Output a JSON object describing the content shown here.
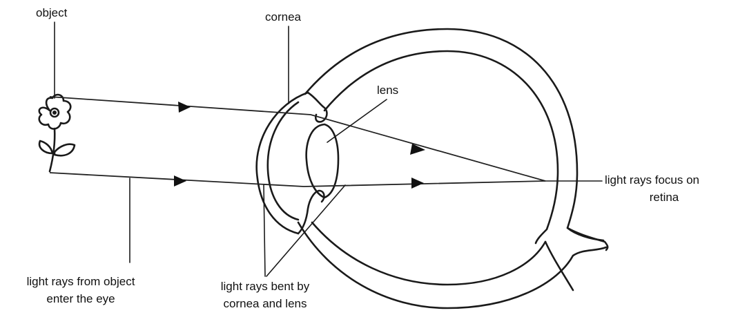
{
  "labels": {
    "object": "object",
    "cornea": "cornea",
    "lens": "lens",
    "focus_line1": "light rays focus on",
    "focus_line2": "retina",
    "enter_line1": "light rays from object",
    "enter_line2": "enter the eye",
    "bent_line1": "light rays bent by",
    "bent_line2": "cornea and lens"
  }
}
